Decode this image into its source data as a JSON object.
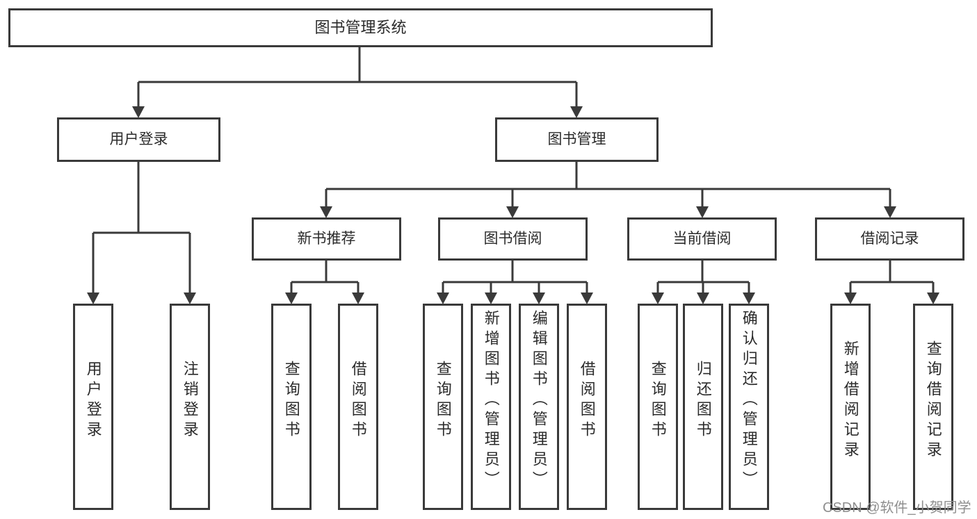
{
  "diagram": {
    "type": "hierarchy-tree",
    "title": "图书管理系统",
    "colors": {
      "line": "#3a3a3a",
      "box_border": "#3a3a3a",
      "text": "#2b2b2b",
      "background": "#ffffff",
      "watermark": "#8f8f8f"
    },
    "root": {
      "label": "图书管理系统"
    },
    "level1": [
      {
        "label": "用户登录"
      },
      {
        "label": "图书管理"
      }
    ],
    "level2": [
      {
        "label": "新书推荐",
        "parent": "图书管理"
      },
      {
        "label": "图书借阅",
        "parent": "图书管理"
      },
      {
        "label": "当前借阅",
        "parent": "图书管理"
      },
      {
        "label": "借阅记录",
        "parent": "图书管理"
      }
    ],
    "leaves": [
      {
        "label": "用户登录",
        "parent": "用户登录"
      },
      {
        "label": "注销登录",
        "parent": "用户登录"
      },
      {
        "label": "查询图书",
        "parent": "新书推荐"
      },
      {
        "label": "借阅图书",
        "parent": "新书推荐"
      },
      {
        "label": "查询图书",
        "parent": "图书借阅"
      },
      {
        "label": "新增图书（管理员）",
        "parent": "图书借阅"
      },
      {
        "label": "编辑图书（管理员）",
        "parent": "图书借阅"
      },
      {
        "label": "借阅图书",
        "parent": "图书借阅"
      },
      {
        "label": "查询图书",
        "parent": "当前借阅"
      },
      {
        "label": "归还图书",
        "parent": "当前借阅"
      },
      {
        "label": "确认归还（管理员）",
        "parent": "当前借阅"
      },
      {
        "label": "新增借阅记录",
        "parent": "借阅记录"
      },
      {
        "label": "查询借阅记录",
        "parent": "借阅记录"
      }
    ],
    "watermark": "CSDN @软件_小贺同学"
  }
}
